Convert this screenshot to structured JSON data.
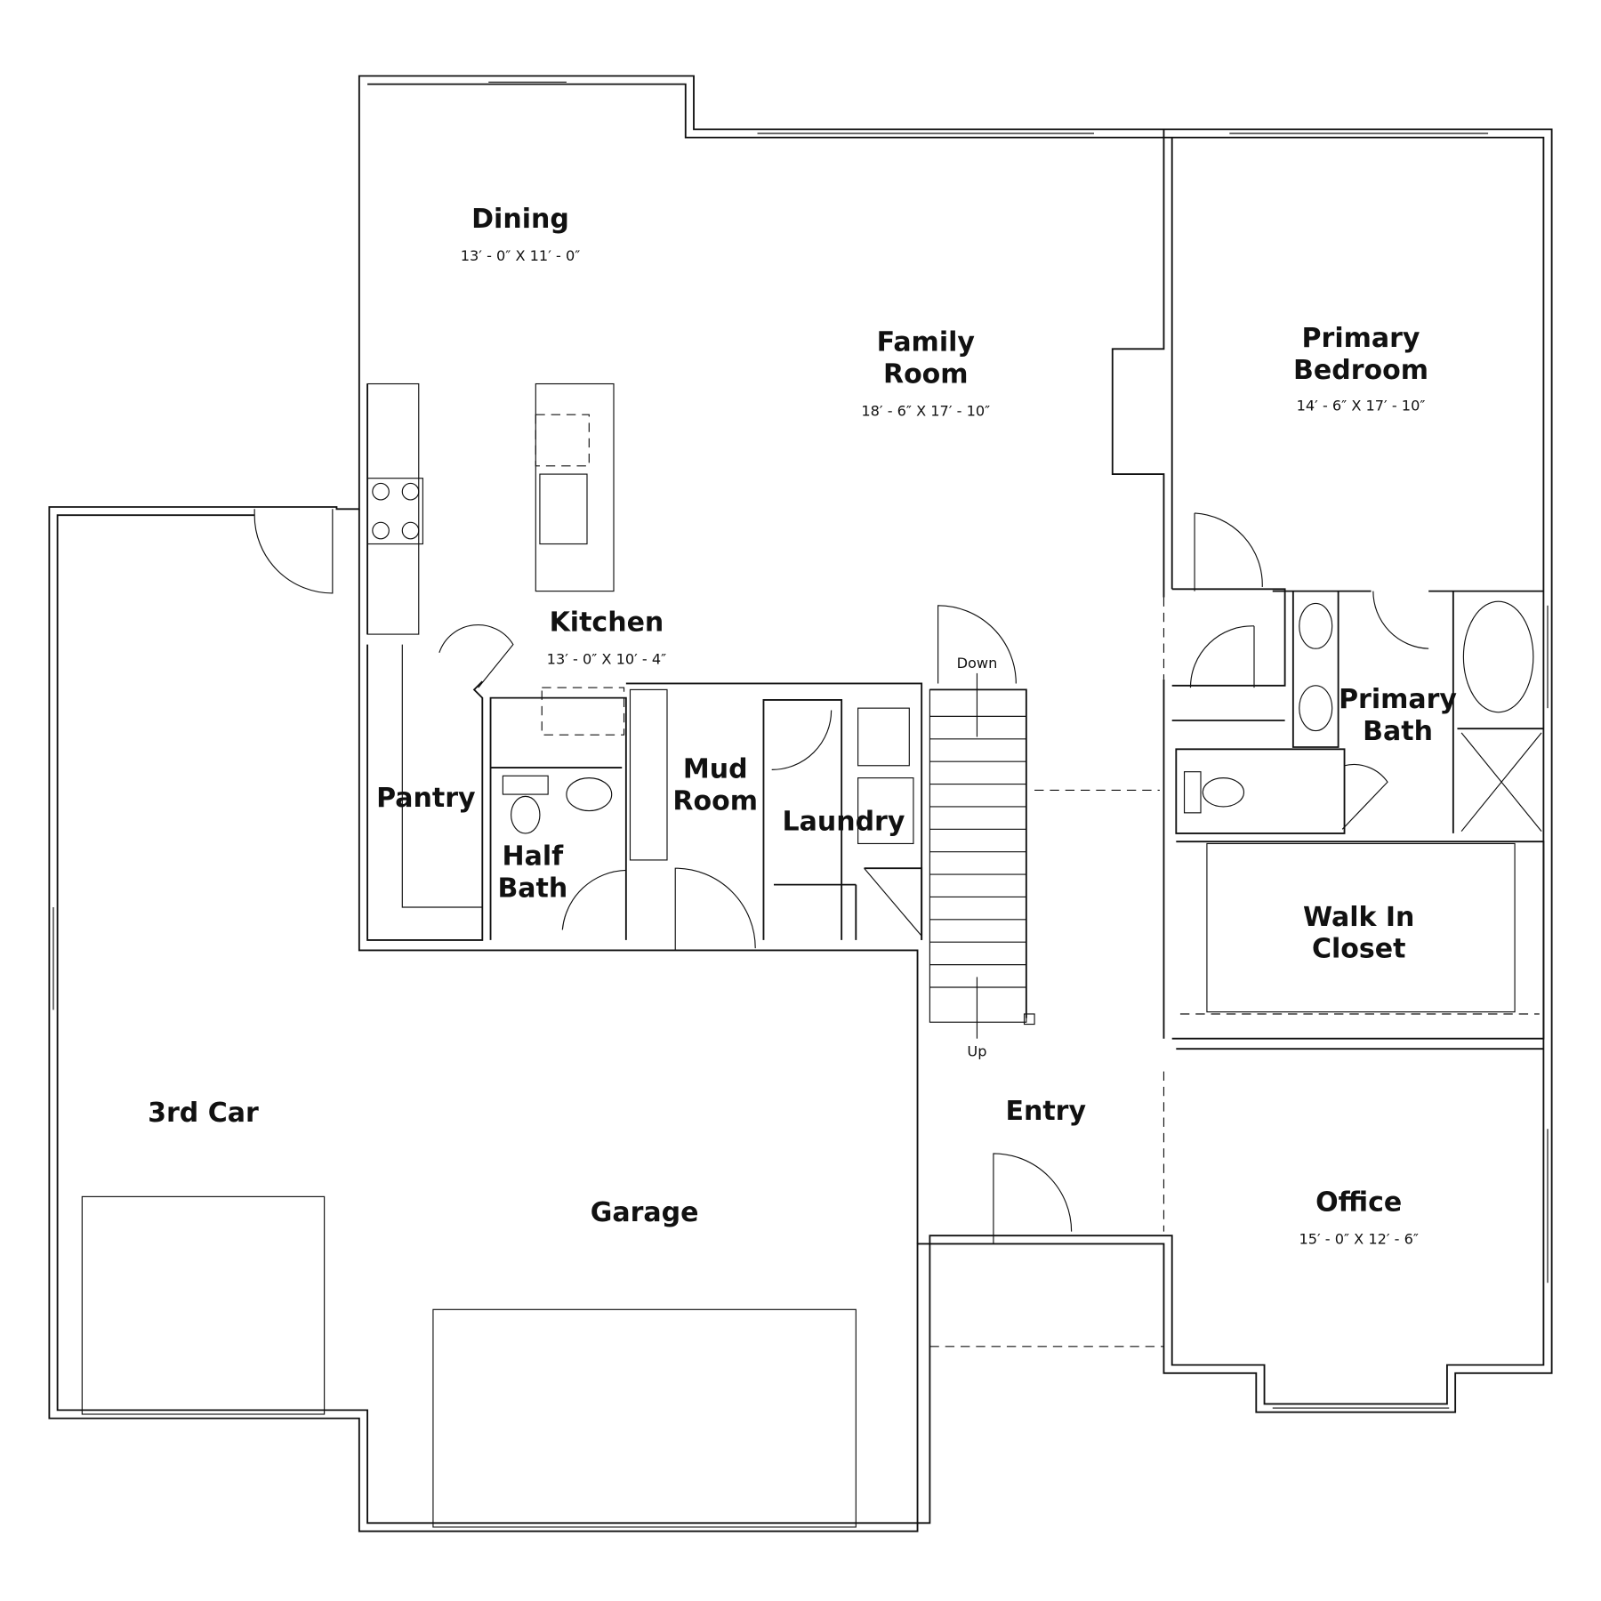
{
  "rooms": {
    "dining": {
      "name": "Dining",
      "dims": "13′ - 0″  X  11′ - 0″"
    },
    "family": {
      "name1": "Family",
      "name2": "Room",
      "dims": "18′ - 6″  X  17′ - 10″"
    },
    "primary_bedroom": {
      "name1": "Primary",
      "name2": "Bedroom",
      "dims": "14′ - 6″  X  17′ - 10″"
    },
    "kitchen": {
      "name": "Kitchen",
      "dims": "13′ - 0″  X  10′ - 4″"
    },
    "pantry": {
      "name": "Pantry"
    },
    "half_bath": {
      "name1": "Half",
      "name2": "Bath"
    },
    "mud_room": {
      "name1": "Mud",
      "name2": "Room"
    },
    "laundry": {
      "name": "Laundry"
    },
    "primary_bath": {
      "name1": "Primary",
      "name2": "Bath"
    },
    "walk_in_closet": {
      "name1": "Walk In",
      "name2": "Closet"
    },
    "third_car": {
      "name": "3rd Car"
    },
    "garage": {
      "name": "Garage"
    },
    "entry": {
      "name": "Entry"
    },
    "office": {
      "name": "Office",
      "dims": "15′ - 0″  X  12′ - 6″"
    }
  },
  "stairs": {
    "down": "Down",
    "up": "Up"
  }
}
